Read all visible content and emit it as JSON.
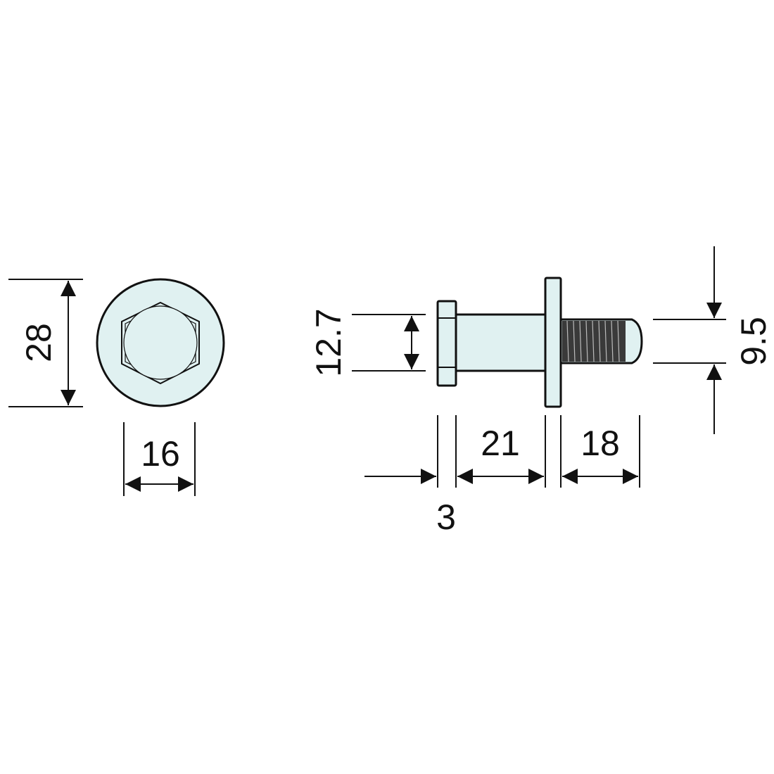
{
  "colors": {
    "part_fill": "#e0f1f1",
    "line": "#111111",
    "thread": "#3a3a3a"
  },
  "front_view": {
    "outer_diameter": "28",
    "hex_size": "16"
  },
  "side_view": {
    "shaft_diameter": "12.7",
    "thread_diameter": "9.5",
    "head_thickness": "3",
    "shaft_length": "21",
    "thread_length": "18"
  }
}
